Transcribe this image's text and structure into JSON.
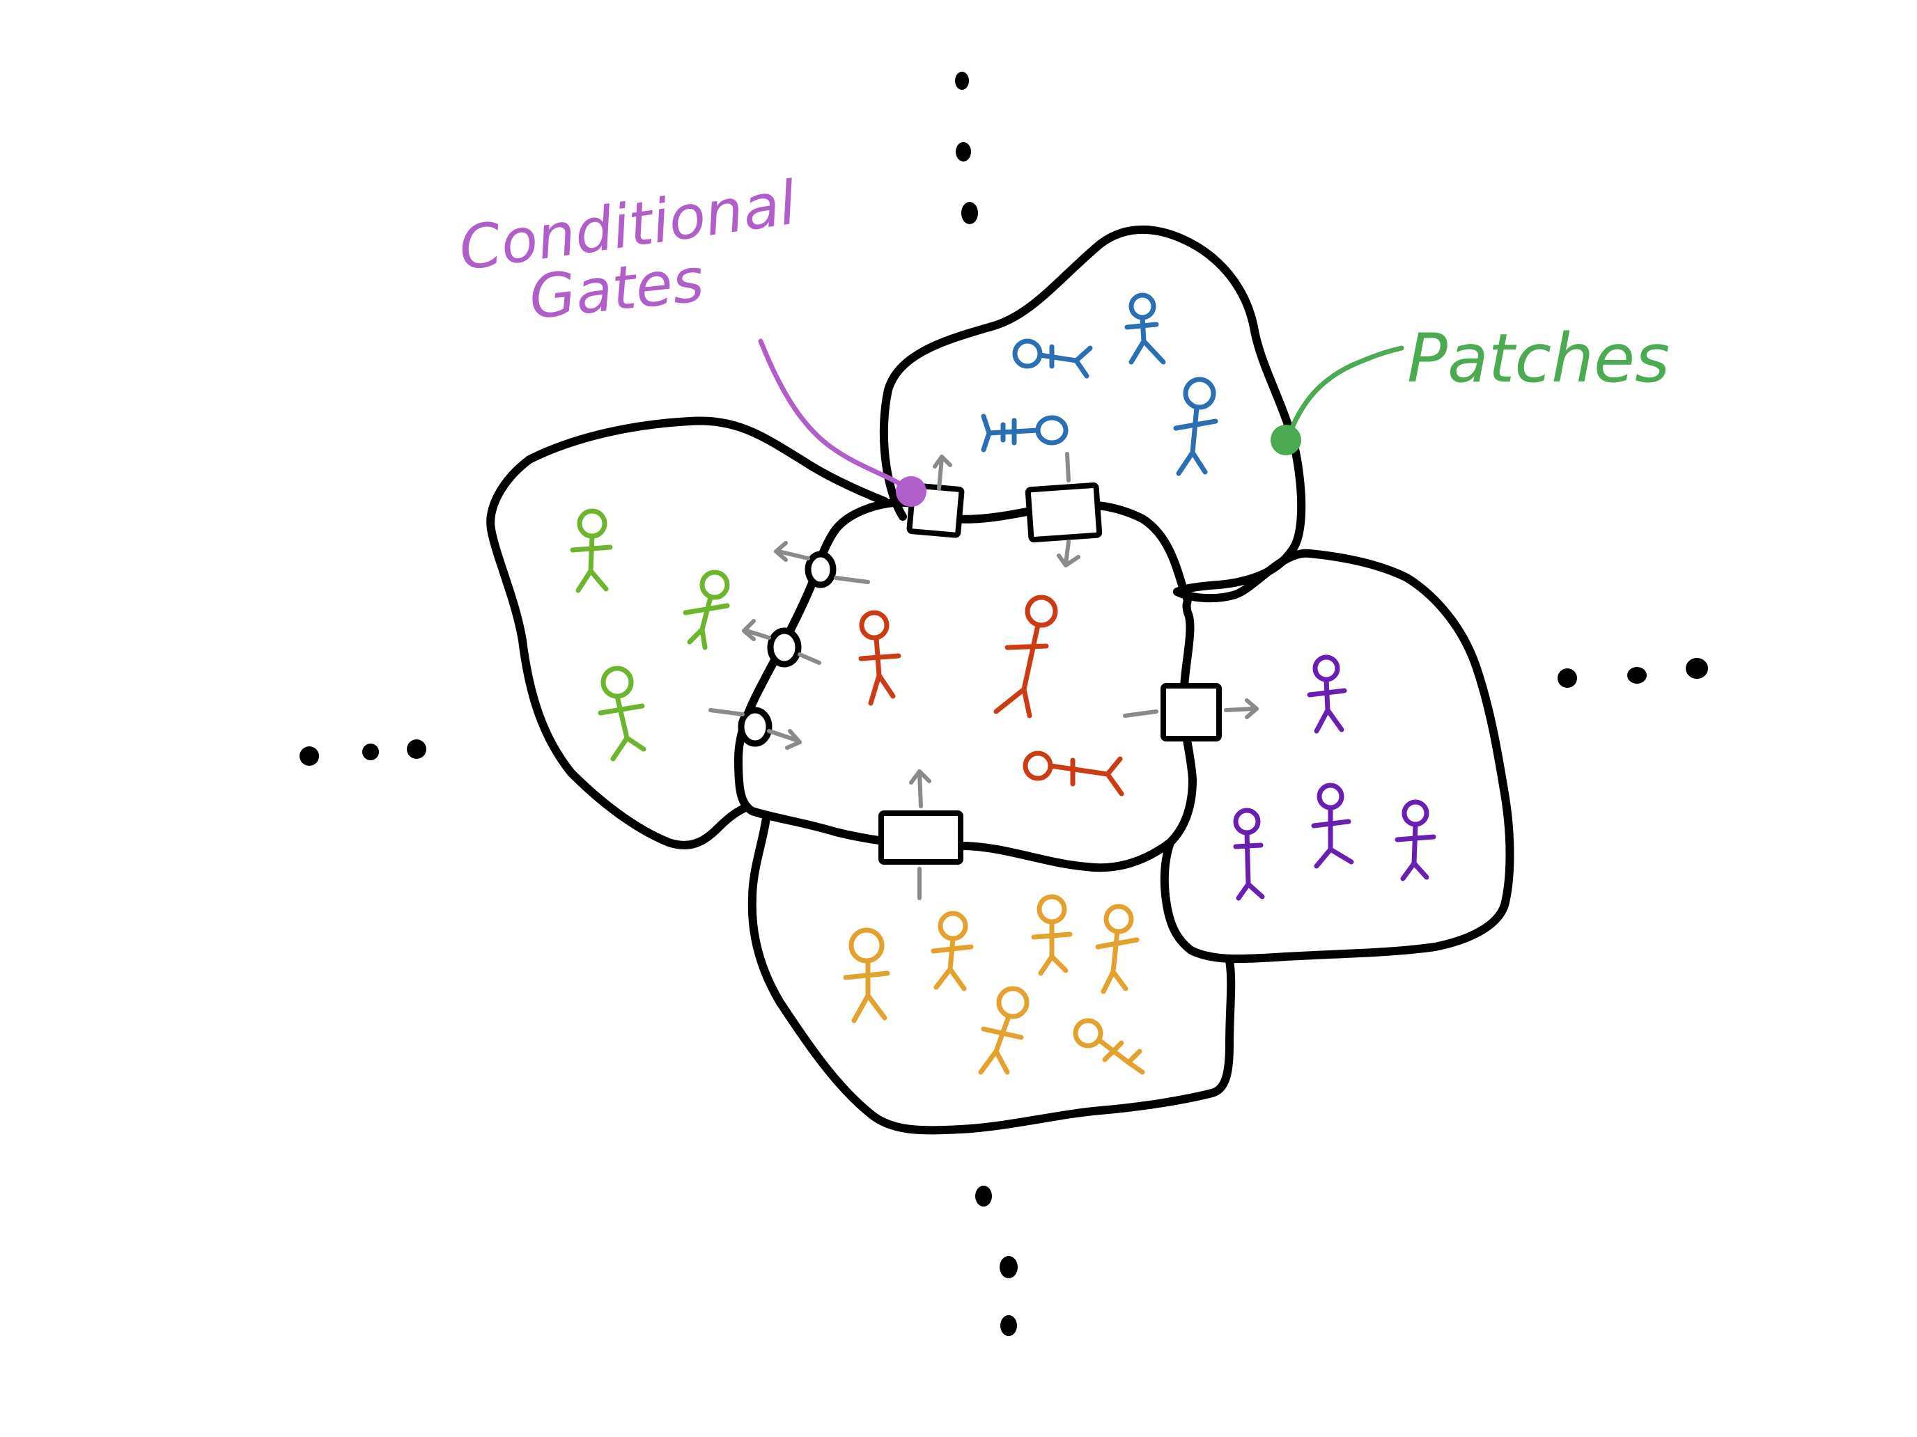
{
  "labels": {
    "conditional_gates_line1": "Conditional",
    "conditional_gates_line2": "Gates",
    "patches": "Patches"
  },
  "colors": {
    "outline": "#000000",
    "gate_label": "#b05ec9",
    "patch_label": "#4caa52",
    "arrow": "#8a8a8a",
    "center_patch_people": "#cc3b12",
    "top_patch_people": "#2a6fb3",
    "left_patch_people": "#6db52c",
    "right_patch_people": "#6a1fb3",
    "bottom_patch_people": "#e3a12e"
  },
  "patches": [
    {
      "name": "center-patch",
      "people_color": "center_patch_people",
      "people_count": 3
    },
    {
      "name": "top-patch",
      "people_color": "top_patch_people",
      "people_count": 4
    },
    {
      "name": "left-patch",
      "people_color": "left_patch_people",
      "people_count": 3
    },
    {
      "name": "right-patch",
      "people_color": "right_patch_people",
      "people_count": 4
    },
    {
      "name": "bottom-patch",
      "people_color": "bottom_patch_people",
      "people_count": 6
    }
  ],
  "gates": {
    "square_count": 4,
    "circle_count": 3
  }
}
